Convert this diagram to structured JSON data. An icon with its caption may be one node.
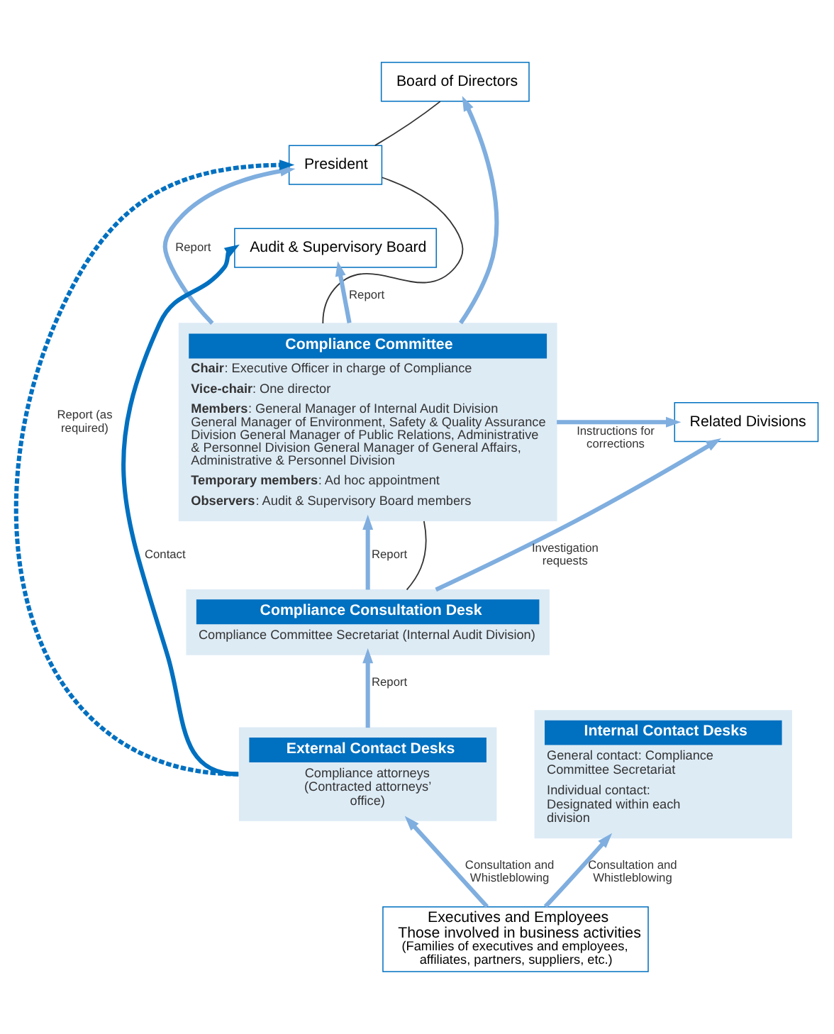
{
  "diagram": {
    "nodes": [
      {
        "text": [
          "Board of Directors"
        ]
      },
      {
        "text": [
          "President"
        ]
      },
      {
        "text": [
          "Audit & Supervisory Board"
        ]
      },
      {
        "text": [
          "Compliance Committee",
          "**Chair**: Executive Officer in charge of Compliance",
          "**Vice-chair**: One director",
          "**Members**: General Manager of Internal Audit Division General Manager of Environment, Safety & Quality Assurance Division General Manager of Public Relations, Administrative & Personnel Division General Manager of General Affairs, Administrative & Personnel Division",
          "**Temporary members**: Ad hoc appointment",
          "**Observers**: Audit & Supervisory Board members"
        ]
      },
      {
        "text": [
          "Compliance Consultation Desk",
          "Compliance Committee Secretariat (Internal Audit Division)"
        ]
      },
      {
        "text": [
          "External Contact Desks",
          "Compliance attorneys (Contracted attorneys’ office)"
        ]
      },
      {
        "text": [
          "Internal Contact Desks",
          "General contact: Compliance Committee Secretariat",
          "Individual contact: Designated within each division"
        ]
      },
      {
        "text": [
          "Related Divisions"
        ]
      },
      {
        "text": [
          "Executives and Employees",
          "Those involved in business activities",
          "(Families of executives and employees, affiliates, partners, suppliers, etc.)"
        ]
      }
    ],
    "edges": [
      {
        "from": 0,
        "to": 1,
        "arrow": "none",
        "color": "#333333"
      },
      {
        "from": 1,
        "to": 3,
        "arrow": "none",
        "color": "#333333"
      },
      {
        "from": 3,
        "to": 4,
        "arrow": "none",
        "color": "#333333"
      },
      {
        "from": 5,
        "to": 1,
        "arrow": "to",
        "label": "Report (as required)",
        "style": "dashed",
        "color": "#0070c0"
      },
      {
        "from": 5,
        "to": 2,
        "arrow": "to",
        "label": "Contact",
        "color": "#0070c0"
      },
      {
        "from": 3,
        "to": 2,
        "arrow": "to",
        "label": "Report"
      },
      {
        "from": 3,
        "to": 1,
        "arrow": "to",
        "label": "Report"
      },
      {
        "from": 3,
        "to": 0,
        "arrow": "to"
      },
      {
        "from": 3,
        "to": 7,
        "arrow": "to",
        "label": "Instructions for corrections"
      },
      {
        "from": 4,
        "to": 3,
        "arrow": "to",
        "label": "Report"
      },
      {
        "from": 4,
        "to": 7,
        "arrow": "to",
        "label": "Investigation requests"
      },
      {
        "from": 5,
        "to": 4,
        "arrow": "to",
        "label": "Report"
      },
      {
        "from": 8,
        "to": 5,
        "arrow": "to",
        "label": "Consultation and Whistleblowing"
      },
      {
        "from": 8,
        "to": 6,
        "arrow": "to",
        "label": "Consultation and Whistleblowing"
      }
    ]
  }
}
